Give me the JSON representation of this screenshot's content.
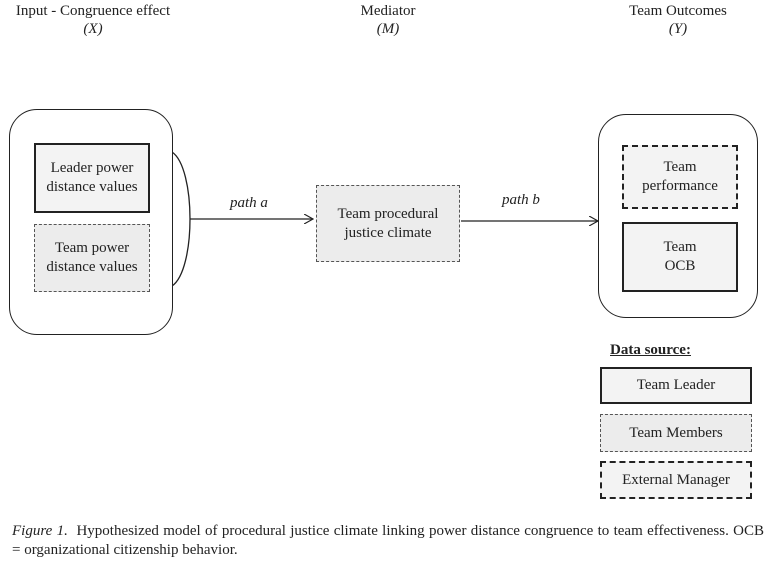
{
  "headers": {
    "input": {
      "label": "Input - Congruence effect",
      "symbol": "(X)"
    },
    "mediator": {
      "label": "Mediator",
      "symbol": "(M)"
    },
    "outcomes": {
      "label": "Team Outcomes",
      "symbol": "(Y)"
    }
  },
  "input_boxes": {
    "leader": "Leader power distance values",
    "team": "Team power distance values"
  },
  "mediator_box": "Team procedural justice climate",
  "outcome_boxes": {
    "performance": "Team performance",
    "ocb": "Team OCB"
  },
  "paths": {
    "a": "path a",
    "b": "path b"
  },
  "legend": {
    "title": "Data source:",
    "leader": "Team Leader",
    "members": "Team Members",
    "manager": "External Manager"
  },
  "caption": {
    "figure_label": "Figure 1.",
    "text": "Hypothesized model of procedural justice climate linking power distance congruence to team effectiveness. OCB = organizational citizenship behavior."
  }
}
